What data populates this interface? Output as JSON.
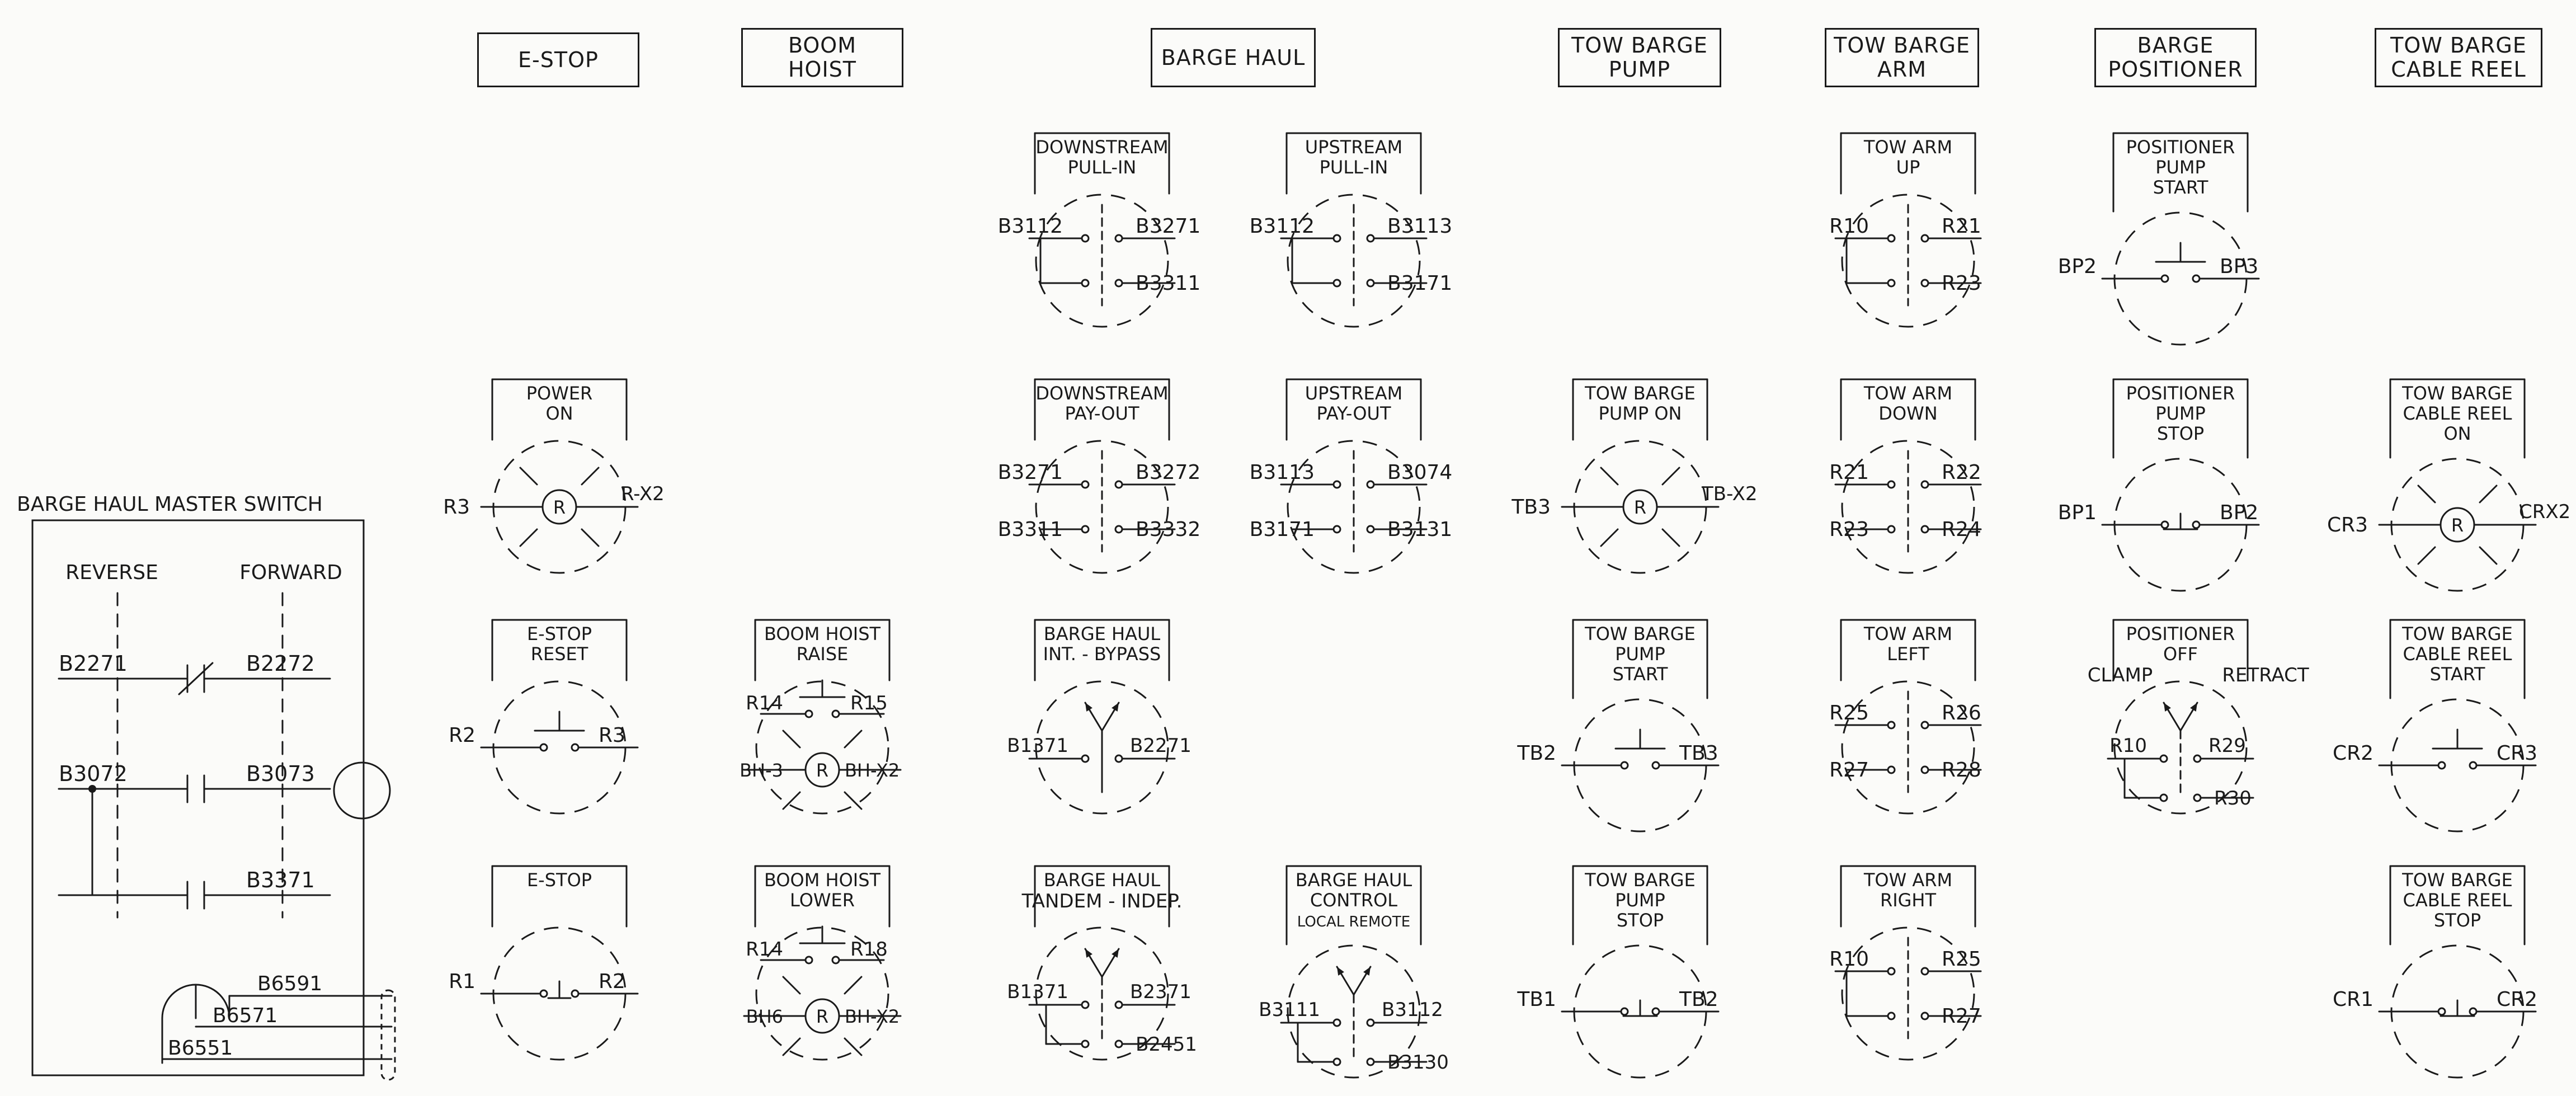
{
  "headers": [
    {
      "text": "E-STOP"
    },
    {
      "text": "BOOM\nHOIST"
    },
    {
      "text": "BARGE HAUL"
    },
    {
      "text": "TOW BARGE\nPUMP"
    },
    {
      "text": "TOW BARGE\nARM"
    },
    {
      "text": "BARGE\nPOSITIONER"
    },
    {
      "text": "TOW BARGE\nCABLE REEL"
    }
  ],
  "master": {
    "title": "BARGE HAUL MASTER SWITCH",
    "reverse": "REVERSE",
    "forward": "FORWARD",
    "rows": [
      {
        "left": "B2271",
        "right": "B2272"
      },
      {
        "left": "B3072",
        "right": "B3073"
      },
      {
        "left": "",
        "right": "B3371"
      }
    ],
    "bottom_wires": [
      "B6591",
      "B6571",
      "B6551"
    ]
  },
  "devices": [
    {
      "title": [
        "DOWNSTREAM",
        "PULL-IN"
      ],
      "type": "switch2",
      "labels": [
        "B3112",
        "B3271",
        "",
        "B3311"
      ]
    },
    {
      "title": [
        "UPSTREAM",
        "PULL-IN"
      ],
      "type": "switch2",
      "labels": [
        "B3112",
        "B3113",
        "",
        "B3171"
      ]
    },
    {
      "title": [
        "TOW ARM",
        "UP"
      ],
      "type": "switch2",
      "labels": [
        "R10",
        "R21",
        "",
        "R23"
      ]
    },
    {
      "title": [
        "POSITIONER",
        "PUMP",
        "START"
      ],
      "type": "pb",
      "labels": [
        "BP2",
        "BP3"
      ]
    },
    {
      "title": [
        "POWER",
        "ON"
      ],
      "type": "lamp",
      "labels": [
        "R3",
        "R-X2"
      ]
    },
    {
      "title": [
        "DOWNSTREAM",
        "PAY-OUT"
      ],
      "type": "switch2",
      "labels": [
        "B3271",
        "B3272",
        "B3311",
        "B3332"
      ]
    },
    {
      "title": [
        "UPSTREAM",
        "PAY-OUT"
      ],
      "type": "switch2",
      "labels": [
        "B3113",
        "B3074",
        "B3171",
        "B3131"
      ]
    },
    {
      "title": [
        "TOW BARGE",
        "PUMP ON"
      ],
      "type": "lamp",
      "labels": [
        "TB3",
        "TB-X2"
      ]
    },
    {
      "title": [
        "TOW ARM",
        "DOWN"
      ],
      "type": "switch2",
      "labels": [
        "R21",
        "R22",
        "R23",
        "R24"
      ]
    },
    {
      "title": [
        "POSITIONER",
        "PUMP",
        "STOP"
      ],
      "type": "pbnc",
      "labels": [
        "BP1",
        "BP2"
      ]
    },
    {
      "title": [
        "TOW BARGE",
        "CABLE REEL",
        "ON"
      ],
      "type": "lamp",
      "labels": [
        "CR3",
        "CRX2"
      ]
    },
    {
      "title": [
        "E-STOP",
        "RESET"
      ],
      "type": "pb",
      "labels": [
        "R2",
        "R3"
      ]
    },
    {
      "title": [
        "BOOM HOIST",
        "RAISE"
      ],
      "type": "pblamp",
      "labels": [
        "R14",
        "R15",
        "BH-3",
        "BH-X2"
      ]
    },
    {
      "title": [
        "BARGE HAUL",
        "INT. - BYPASS"
      ],
      "type": "selector",
      "labels": [
        "B1371",
        "B2271"
      ]
    },
    {
      "title": [
        "TOW BARGE",
        "PUMP",
        "START"
      ],
      "type": "pb",
      "labels": [
        "TB2",
        "TB3"
      ]
    },
    {
      "title": [
        "TOW ARM",
        "LEFT"
      ],
      "type": "switch2",
      "labels": [
        "R25",
        "R26",
        "R27",
        "R28"
      ]
    },
    {
      "title": [
        "POSITIONER",
        "OFF"
      ],
      "type": "selector3",
      "labels": [
        "R10",
        "R29",
        "",
        "R30"
      ]
    },
    {
      "title": [
        "TOW BARGE",
        "CABLE REEL",
        "START"
      ],
      "type": "pb",
      "labels": [
        "CR2",
        "CR3"
      ]
    },
    {
      "title": [
        "E-STOP"
      ],
      "type": "estop",
      "labels": [
        "R1",
        "R2"
      ]
    },
    {
      "title": [
        "BOOM HOIST",
        "LOWER"
      ],
      "type": "pblamp",
      "labels": [
        "R14",
        "R18",
        "BH6",
        "BH-X2"
      ]
    },
    {
      "title": [
        "BARGE HAUL"
      ],
      "type": "selector2",
      "labels": [
        "B1371",
        "B2371",
        "",
        "B2451"
      ]
    },
    {
      "title": [
        "BARGE HAUL",
        "CONTROL",
        "LOCAL  REMOTE"
      ],
      "type": "selector2",
      "labels": [
        "B3111",
        "B3112",
        "",
        "B3130"
      ]
    },
    {
      "title": [
        "TOW BARGE",
        "PUMP",
        "STOP"
      ],
      "type": "pbnc",
      "labels": [
        "TB1",
        "TB2"
      ]
    },
    {
      "title": [
        "TOW ARM",
        "RIGHT"
      ],
      "type": "switch2",
      "labels": [
        "R10",
        "R25",
        "",
        "R27"
      ]
    },
    {
      "title": [
        "TOW BARGE",
        "CABLE REEL",
        "STOP"
      ],
      "type": "pbnc",
      "labels": [
        "CR1",
        "CR2"
      ]
    }
  ],
  "extra_labels": {
    "tandem": "TANDEM - INDEP.",
    "clamp": "CLAMP",
    "retract": "RETRACT"
  },
  "lamp_letter": "R"
}
